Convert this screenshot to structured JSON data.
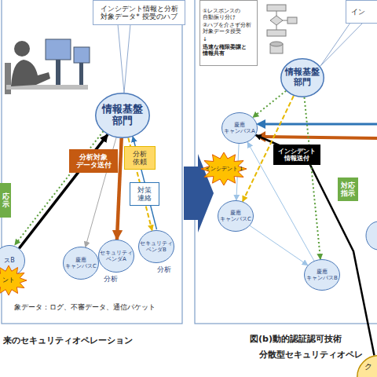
{
  "diagram": {
    "nodes": [
      {
        "text": [
          "インシデント情報と分析 対象データ* 授受のハブ"
        ]
      },
      {
        "text": [
          "情報基盤 部門"
        ]
      },
      {
        "text": [
          "スB"
        ]
      },
      {
        "text": [
          "慶應 キャンパスC"
        ]
      },
      {
        "text": [
          "セキュリティ ベンダA"
        ]
      },
      {
        "text": [
          "セキュリティ ベンダB"
        ]
      },
      {
        "text": [
          "ント"
        ]
      },
      {
        "text": [
          "分析対象 データ送付"
        ]
      },
      {
        "text": [
          "分析 依頼"
        ]
      },
      {
        "text": [
          "対策 連絡"
        ]
      },
      {
        "text": [
          "応 示"
        ]
      },
      {
        "text": [
          "①レスポンスの 自動振り分け",
          "②ハブを介さず分析 対象データ授受",
          "↓",
          "迅速な権限委譲と 情報共有"
        ]
      },
      {
        "text": [
          "イン"
        ]
      },
      {
        "text": [
          "情報基盤 部門"
        ]
      },
      {
        "text": [
          "慶應 キャンパスA"
        ]
      },
      {
        "text": [
          "インシデント 1"
        ]
      },
      {
        "text": [
          "慶應 キャンパスC"
        ]
      },
      {
        "text": [
          "慶應 キャンパスB"
        ]
      },
      {
        "text": [
          "ク"
        ]
      },
      {
        "text": [
          "インシデント 情報送付"
        ]
      },
      {
        "text": [
          "対応 指示"
        ]
      }
    ],
    "edges": [
      {
        "from": 2,
        "to": 1,
        "arrow": "to"
      },
      {
        "from": 1,
        "to": 2,
        "arrow": "to"
      },
      {
        "from": 1,
        "to": 3,
        "arrow": "to"
      },
      {
        "from": 1,
        "to": 4,
        "arrow": "to"
      },
      {
        "from": 1,
        "to": 5,
        "arrow": "to"
      },
      {
        "from": 5,
        "to": 1,
        "arrow": "to"
      },
      {
        "from": 13,
        "to": 14,
        "arrow": "to"
      },
      {
        "from": 18,
        "to": 14,
        "arrow": "to"
      },
      {
        "from": 13,
        "to": 17,
        "arrow": "to"
      },
      {
        "from": 13,
        "to": 16,
        "arrow": "to"
      },
      {
        "from": 14,
        "to": 16,
        "arrow": "to"
      },
      {
        "from": 16,
        "to": 17,
        "arrow": "to"
      },
      {
        "from": 17,
        "to": 14,
        "arrow": "to"
      }
    ],
    "labels": [
      "分析",
      "分析",
      "象データ：ログ、不審データ、通信パケット",
      "来のセキュリティオペレーション",
      "図(b)動的認証認可技術",
      "分散型セキュリティオペレ"
    ]
  }
}
